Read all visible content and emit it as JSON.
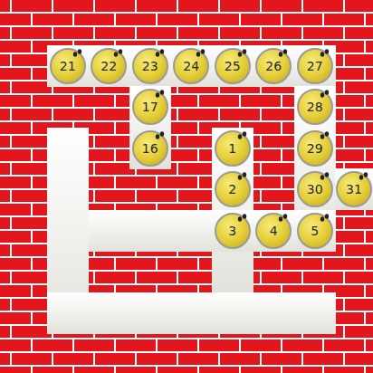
{
  "diagram": {
    "nodes": [
      {
        "text": [
          "21"
        ]
      },
      {
        "text": [
          "22"
        ]
      },
      {
        "text": [
          "23"
        ]
      },
      {
        "text": [
          "24"
        ]
      },
      {
        "text": [
          "25"
        ]
      },
      {
        "text": [
          "26"
        ]
      },
      {
        "text": [
          "27"
        ]
      },
      {
        "text": [
          "17"
        ]
      },
      {
        "text": [
          "28"
        ]
      },
      {
        "text": [
          "16"
        ]
      },
      {
        "text": [
          "1"
        ]
      },
      {
        "text": [
          "29"
        ]
      },
      {
        "text": [
          "2"
        ]
      },
      {
        "text": [
          "30"
        ]
      },
      {
        "text": [
          "31"
        ]
      },
      {
        "text": [
          "3"
        ]
      },
      {
        "text": [
          "4"
        ]
      },
      {
        "text": [
          "5"
        ]
      }
    ]
  }
}
